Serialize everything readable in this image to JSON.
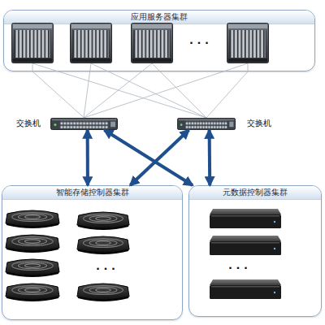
{
  "diagram": {
    "nodes": [
      {
        "text": [
          "应用服务器集群"
        ]
      },
      {
        "text": [
          "交换机"
        ]
      },
      {
        "text": [
          "交换机"
        ]
      },
      {
        "text": [
          "智能存储控制器集群"
        ]
      },
      {
        "text": [
          "元数据控制器集群"
        ]
      }
    ],
    "edges": [
      {
        "from": 0,
        "to": 1,
        "arrow": "none"
      },
      {
        "from": 0,
        "to": 2,
        "arrow": "none"
      },
      {
        "from": 1,
        "to": 3,
        "arrow": "both"
      },
      {
        "from": 1,
        "to": 4,
        "arrow": "both"
      },
      {
        "from": 2,
        "to": 3,
        "arrow": "both"
      },
      {
        "from": 2,
        "to": 4,
        "arrow": "both"
      }
    ],
    "labels": [
      "· · ·",
      "· · ·",
      "· · ·"
    ]
  }
}
